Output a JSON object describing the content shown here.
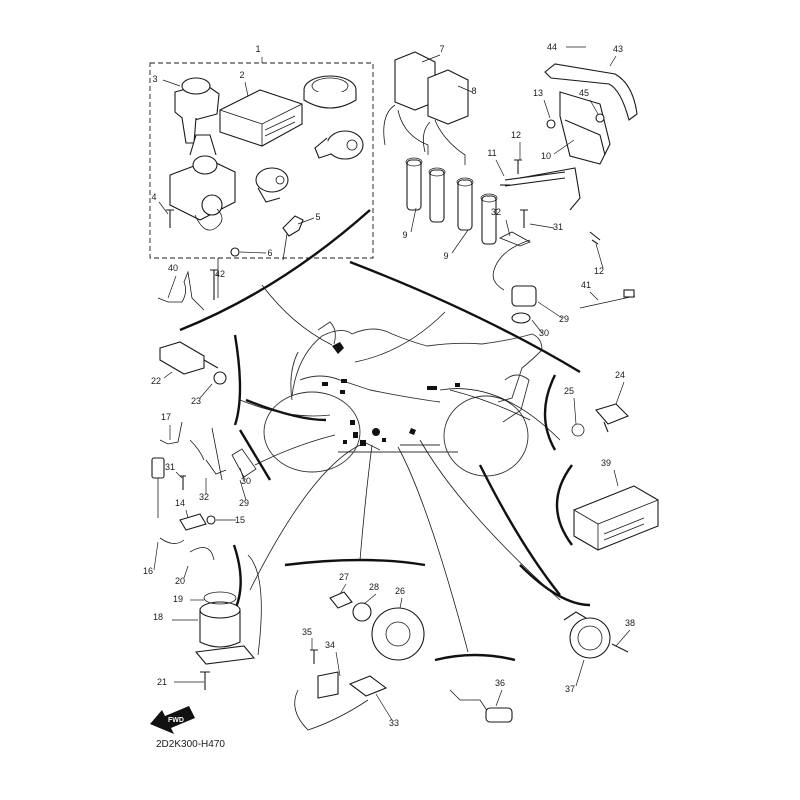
{
  "diagram": {
    "code": "2D2K300-H470",
    "fwd_label": "FWD",
    "labels": [
      "1",
      "2",
      "3",
      "4",
      "5",
      "6",
      "7",
      "8",
      "9",
      "9",
      "10",
      "11",
      "12",
      "12",
      "13",
      "14",
      "15",
      "16",
      "17",
      "18",
      "19",
      "20",
      "21",
      "22",
      "23",
      "24",
      "25",
      "26",
      "27",
      "28",
      "29",
      "29",
      "30",
      "30",
      "31",
      "31",
      "32",
      "32",
      "33",
      "34",
      "35",
      "36",
      "37",
      "38",
      "39",
      "40",
      "41",
      "42",
      "43",
      "44",
      "45"
    ]
  }
}
